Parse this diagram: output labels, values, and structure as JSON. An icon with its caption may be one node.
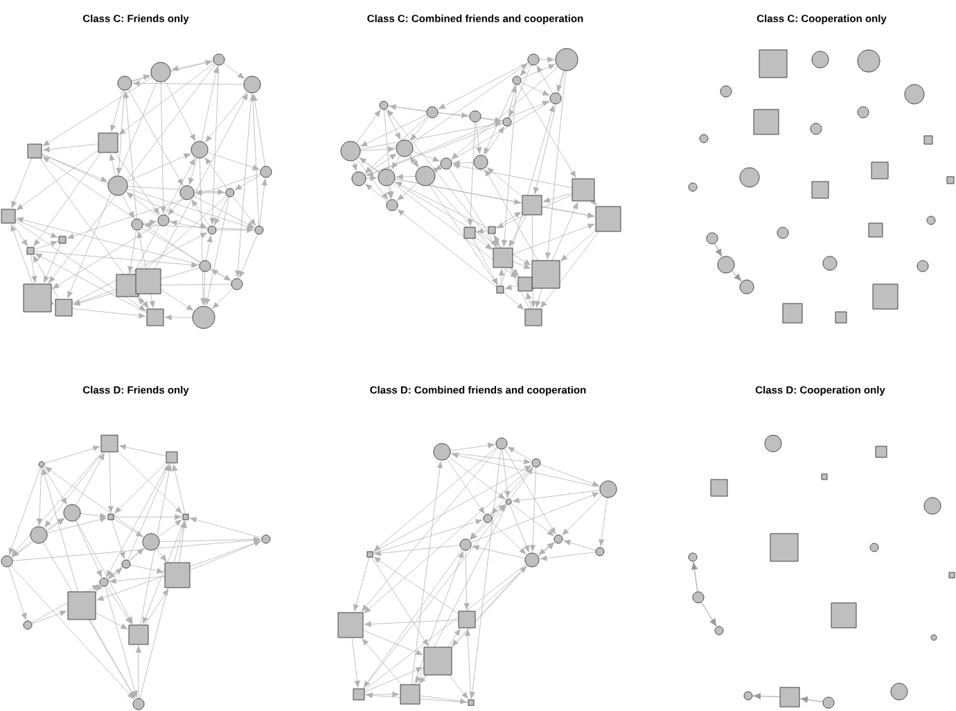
{
  "diagram": {
    "labels": [
      "Class C: Friends only",
      "Class C: Combined friends and cooperation",
      "Class C: Cooperation only",
      "Class D: Friends only",
      "Class D: Combined friends and cooperation",
      "Class D: Cooperation only"
    ],
    "nodes": [
      {
        "text": [],
        "shape": "box"
      },
      {
        "text": [],
        "shape": "box"
      },
      {
        "text": [],
        "shape": "box"
      },
      {
        "text": [],
        "shape": "box"
      },
      {
        "text": [],
        "shape": "box"
      },
      {
        "text": [],
        "shape": "box"
      },
      {
        "text": [],
        "shape": "box"
      },
      {
        "text": [],
        "shape": "box"
      },
      {
        "text": [],
        "shape": "box"
      },
      {
        "text": [],
        "shape": "box"
      },
      {
        "text": [],
        "shape": "circle"
      },
      {
        "text": [],
        "shape": "circle"
      },
      {
        "text": [],
        "shape": "circle"
      },
      {
        "text": [],
        "shape": "circle"
      },
      {
        "text": [],
        "shape": "circle"
      },
      {
        "text": [],
        "shape": "circle"
      },
      {
        "text": [],
        "shape": "circle"
      },
      {
        "text": [],
        "shape": "circle"
      },
      {
        "text": [],
        "shape": "circle"
      },
      {
        "text": [],
        "shape": "circle"
      },
      {
        "text": [],
        "shape": "circle"
      },
      {
        "text": [],
        "shape": "circle"
      },
      {
        "text": [],
        "shape": "circle"
      },
      {
        "text": [],
        "shape": "circle"
      },
      {
        "text": [],
        "shape": "circle"
      },
      {
        "text": [],
        "shape": "circle"
      },
      {
        "text": [],
        "shape": "circle"
      },
      {
        "text": [],
        "shape": "circle"
      },
      {
        "text": [],
        "shape": "circle"
      },
      {
        "text": [],
        "shape": "circle"
      },
      {
        "text": [],
        "shape": "circle"
      },
      {
        "text": [],
        "shape": "circle"
      },
      {
        "text": [],
        "shape": "circle"
      },
      {
        "text": [],
        "shape": "circle"
      },
      {
        "text": [],
        "shape": "circle"
      },
      {
        "text": [],
        "shape": "circle"
      },
      {
        "text": [],
        "shape": "box"
      },
      {
        "text": [],
        "shape": "box"
      },
      {
        "text": [],
        "shape": "box"
      },
      {
        "text": [],
        "shape": "box"
      },
      {
        "text": [],
        "shape": "box"
      },
      {
        "text": [],
        "shape": "box"
      },
      {
        "text": [],
        "shape": "box"
      }
    ],
    "edges": [
      {
        "from": 20,
        "to": 22,
        "arrow": "to"
      },
      {
        "from": 22,
        "to": 25,
        "arrow": "to"
      },
      {
        "from": 30,
        "to": 29,
        "arrow": "to"
      },
      {
        "from": 30,
        "to": 31,
        "arrow": "to"
      },
      {
        "from": 42,
        "to": 34,
        "arrow": "to"
      },
      {
        "from": 35,
        "to": 42,
        "arrow": "to"
      }
    ]
  }
}
